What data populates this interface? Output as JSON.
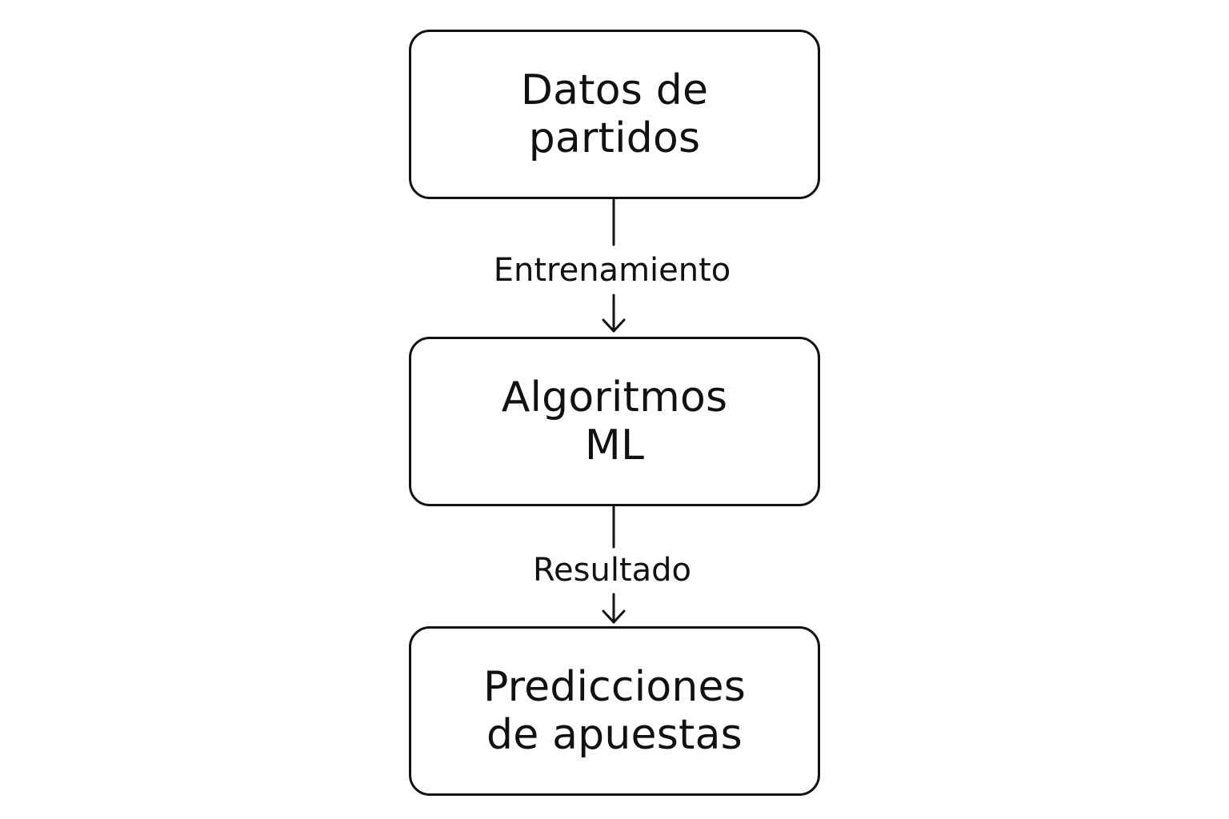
{
  "diagram": {
    "nodes": [
      {
        "id": "datos",
        "lines": [
          "Datos de",
          "partidos"
        ]
      },
      {
        "id": "algoritmos",
        "lines": [
          "Algoritmos",
          "ML"
        ]
      },
      {
        "id": "predicciones",
        "lines": [
          "Predicciones",
          "de apuestas"
        ]
      }
    ],
    "edges": [
      {
        "from": "datos",
        "to": "algoritmos",
        "label": "Entrenamiento"
      },
      {
        "from": "algoritmos",
        "to": "predicciones",
        "label": "Resultado"
      }
    ]
  }
}
